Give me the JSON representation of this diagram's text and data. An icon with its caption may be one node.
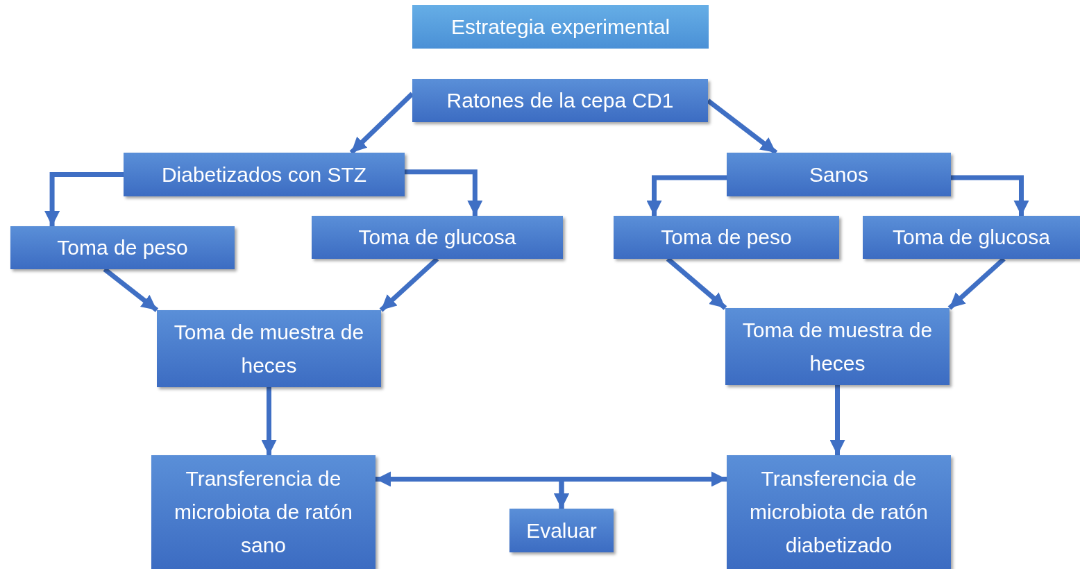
{
  "diagram": {
    "nodes": [
      {
        "text": [
          "Estrategia experimental"
        ]
      },
      {
        "text": [
          "Ratones de la cepa CD1"
        ]
      },
      {
        "text": [
          "Diabetizados con STZ"
        ]
      },
      {
        "text": [
          "Sanos"
        ]
      },
      {
        "text": [
          "Toma de peso"
        ]
      },
      {
        "text": [
          "Toma de glucosa"
        ]
      },
      {
        "text": [
          "Toma de peso"
        ]
      },
      {
        "text": [
          "Toma de glucosa"
        ]
      },
      {
        "text": [
          "Toma de muestra de heces"
        ]
      },
      {
        "text": [
          "Toma de muestra de heces"
        ]
      },
      {
        "text": [
          "Transferencia de microbiota de ratón sano"
        ]
      },
      {
        "text": [
          "Evaluar"
        ]
      },
      {
        "text": [
          "Transferencia de microbiota de ratón diabetizado"
        ]
      }
    ],
    "edges": [
      {
        "from": 1,
        "to": 2,
        "arrow": "to"
      },
      {
        "from": 1,
        "to": 3,
        "arrow": "to"
      },
      {
        "from": 2,
        "to": 4,
        "arrow": "to"
      },
      {
        "from": 2,
        "to": 5,
        "arrow": "to"
      },
      {
        "from": 3,
        "to": 6,
        "arrow": "to"
      },
      {
        "from": 3,
        "to": 7,
        "arrow": "to"
      },
      {
        "from": 4,
        "to": 8,
        "arrow": "to"
      },
      {
        "from": 5,
        "to": 8,
        "arrow": "to"
      },
      {
        "from": 6,
        "to": 9,
        "arrow": "to"
      },
      {
        "from": 7,
        "to": 9,
        "arrow": "to"
      },
      {
        "from": 8,
        "to": 10,
        "arrow": "to"
      },
      {
        "from": 9,
        "to": 12,
        "arrow": "to"
      },
      {
        "from": 10,
        "to": 12,
        "arrow": "both"
      },
      {
        "from": 10,
        "to": 11,
        "arrow": "to"
      },
      {
        "from": 12,
        "to": 11,
        "arrow": "to"
      }
    ]
  }
}
